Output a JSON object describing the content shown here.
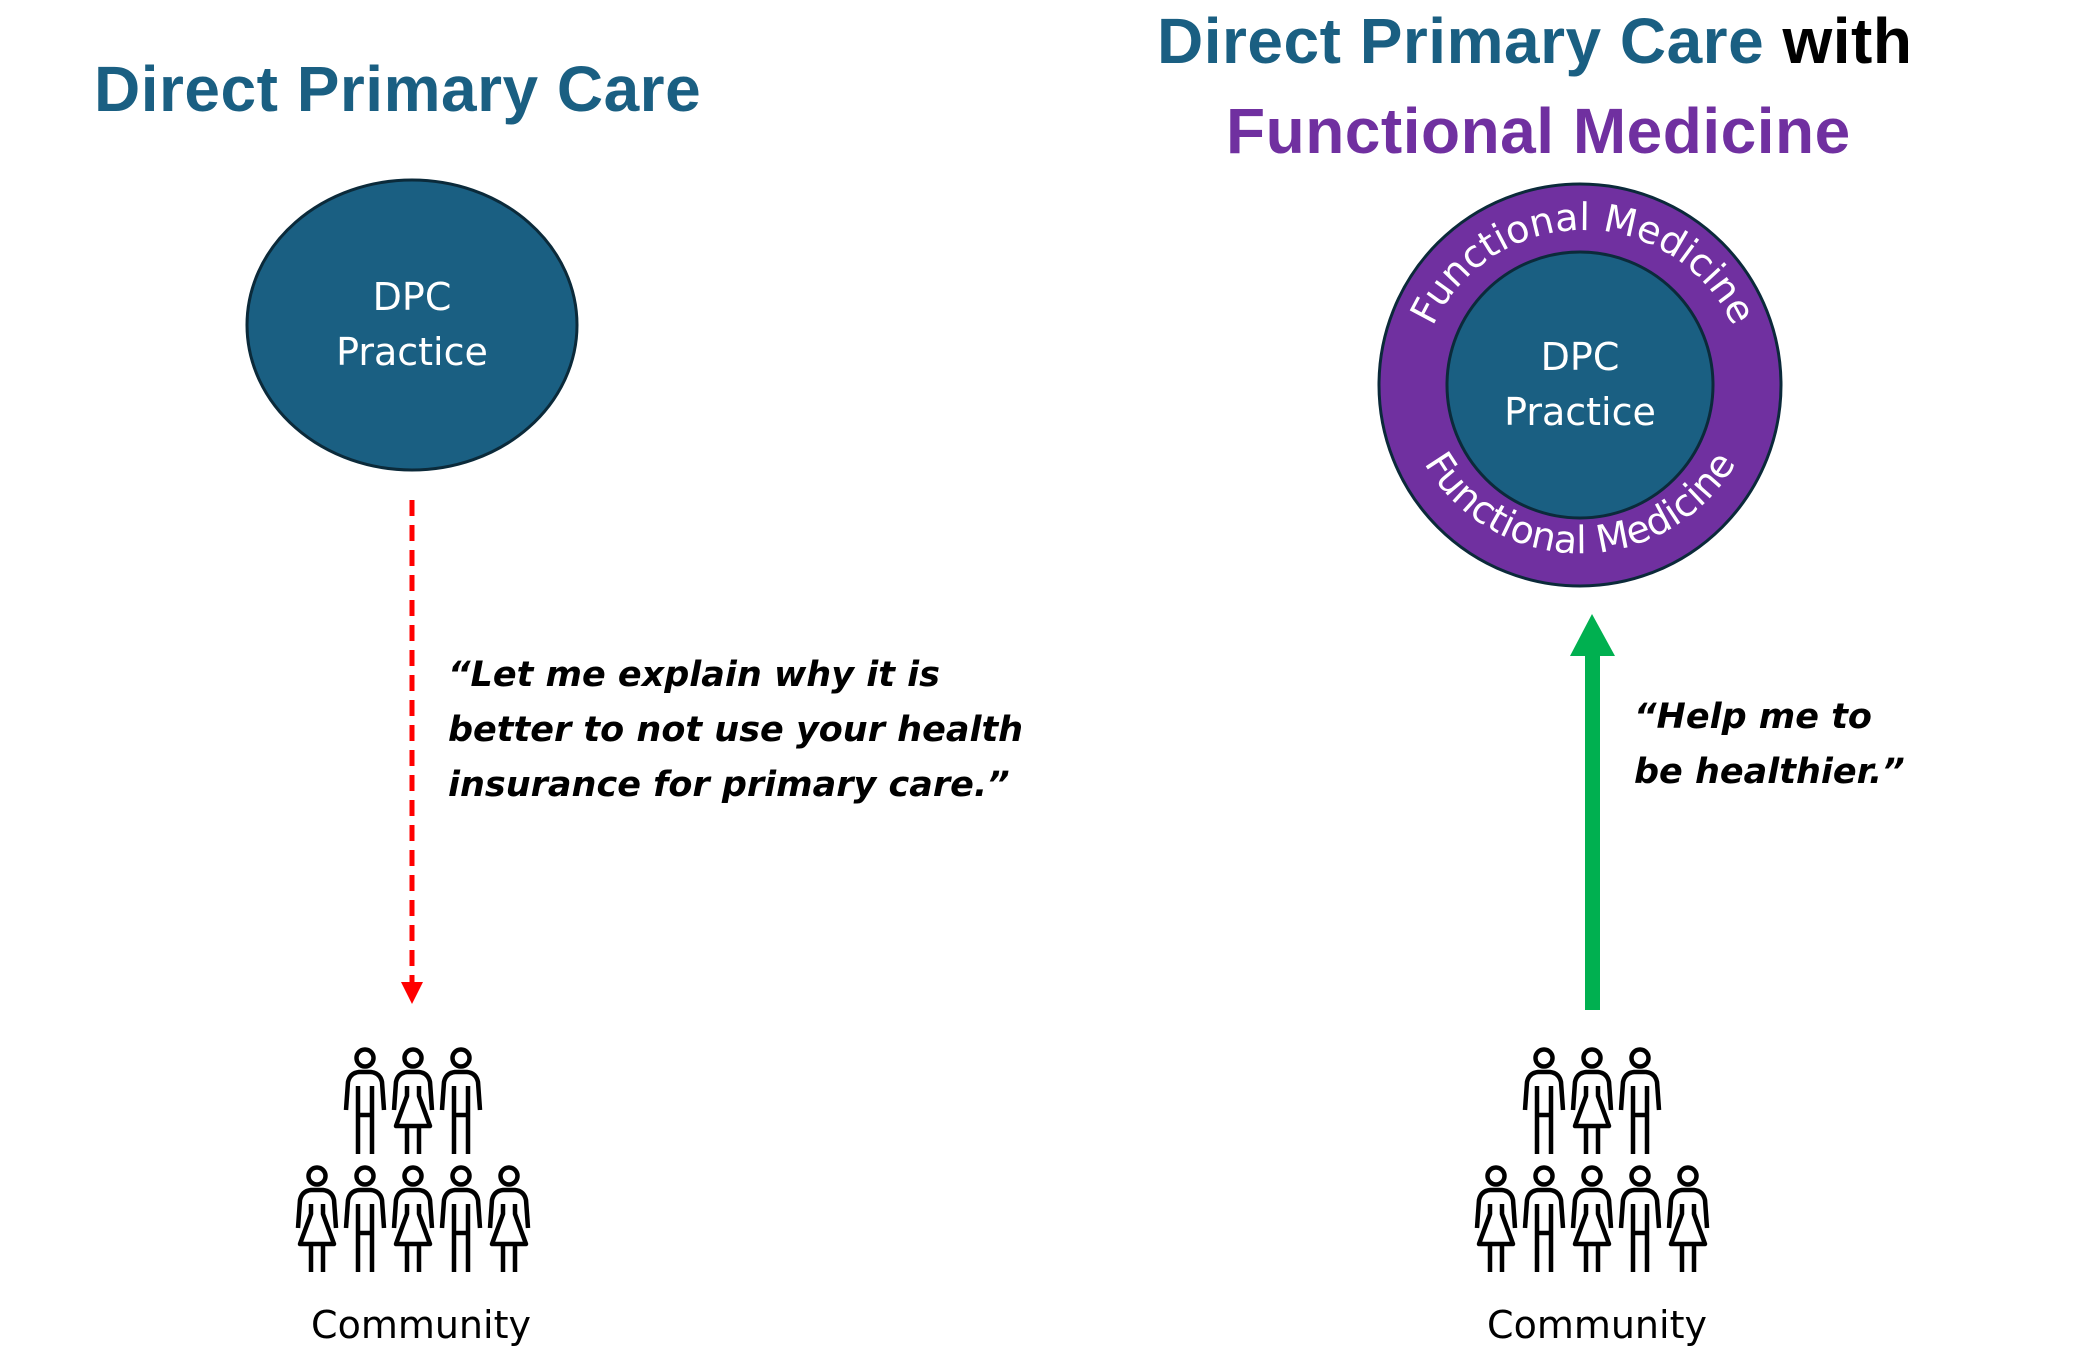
{
  "left": {
    "title": "Direct Primary Care",
    "circle": {
      "line1": "DPC",
      "line2": "Practice"
    },
    "arrow": {
      "direction": "down",
      "style": "dashed",
      "color": "#ff0000"
    },
    "quote": [
      "“Let me explain why it is",
      "better to not use your health",
      "insurance for primary care.”"
    ],
    "community_label": "Community",
    "people": [
      [
        "man",
        "woman",
        "man"
      ],
      [
        "woman",
        "man",
        "woman",
        "man",
        "woman"
      ]
    ]
  },
  "right": {
    "title_part1": "Direct Primary Care",
    "title_part2": "with",
    "title_line2": "Functional Medicine",
    "ring_text_top": "Functional Medicine",
    "ring_text_bottom": "Functional Medicine",
    "circle": {
      "line1": "DPC",
      "line2": "Practice"
    },
    "arrow": {
      "direction": "up",
      "style": "solid",
      "color": "#00b050"
    },
    "quote": [
      "“Help me to",
      "be healthier.”"
    ],
    "community_label": "Community",
    "people": [
      [
        "man",
        "woman",
        "man"
      ],
      [
        "woman",
        "man",
        "woman",
        "man",
        "woman"
      ]
    ]
  },
  "colors": {
    "teal": "#1a5f82",
    "purple": "#7030a0",
    "red_arrow": "#ff0000",
    "green_arrow": "#00b050",
    "outline": "#0b2a3a"
  }
}
